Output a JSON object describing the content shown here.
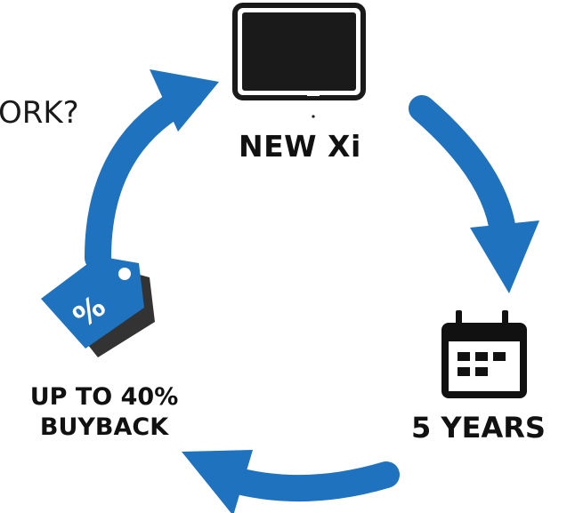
{
  "header_fragment": "ORK?",
  "stages": {
    "device": {
      "label": "NEW Xi",
      "icon": "tablet-monitor-icon"
    },
    "term": {
      "label": "5 YEARS",
      "icon": "calendar-icon"
    },
    "buyback": {
      "label_line1": "UP TO 40%",
      "label_line2": "BUYBACK",
      "icon": "price-tag-icon",
      "tag_symbol": "%"
    }
  },
  "colors": {
    "arrow": "#1f72bd",
    "ink": "#111111",
    "tag_shadow": "#333333",
    "background": "#ffffff"
  }
}
